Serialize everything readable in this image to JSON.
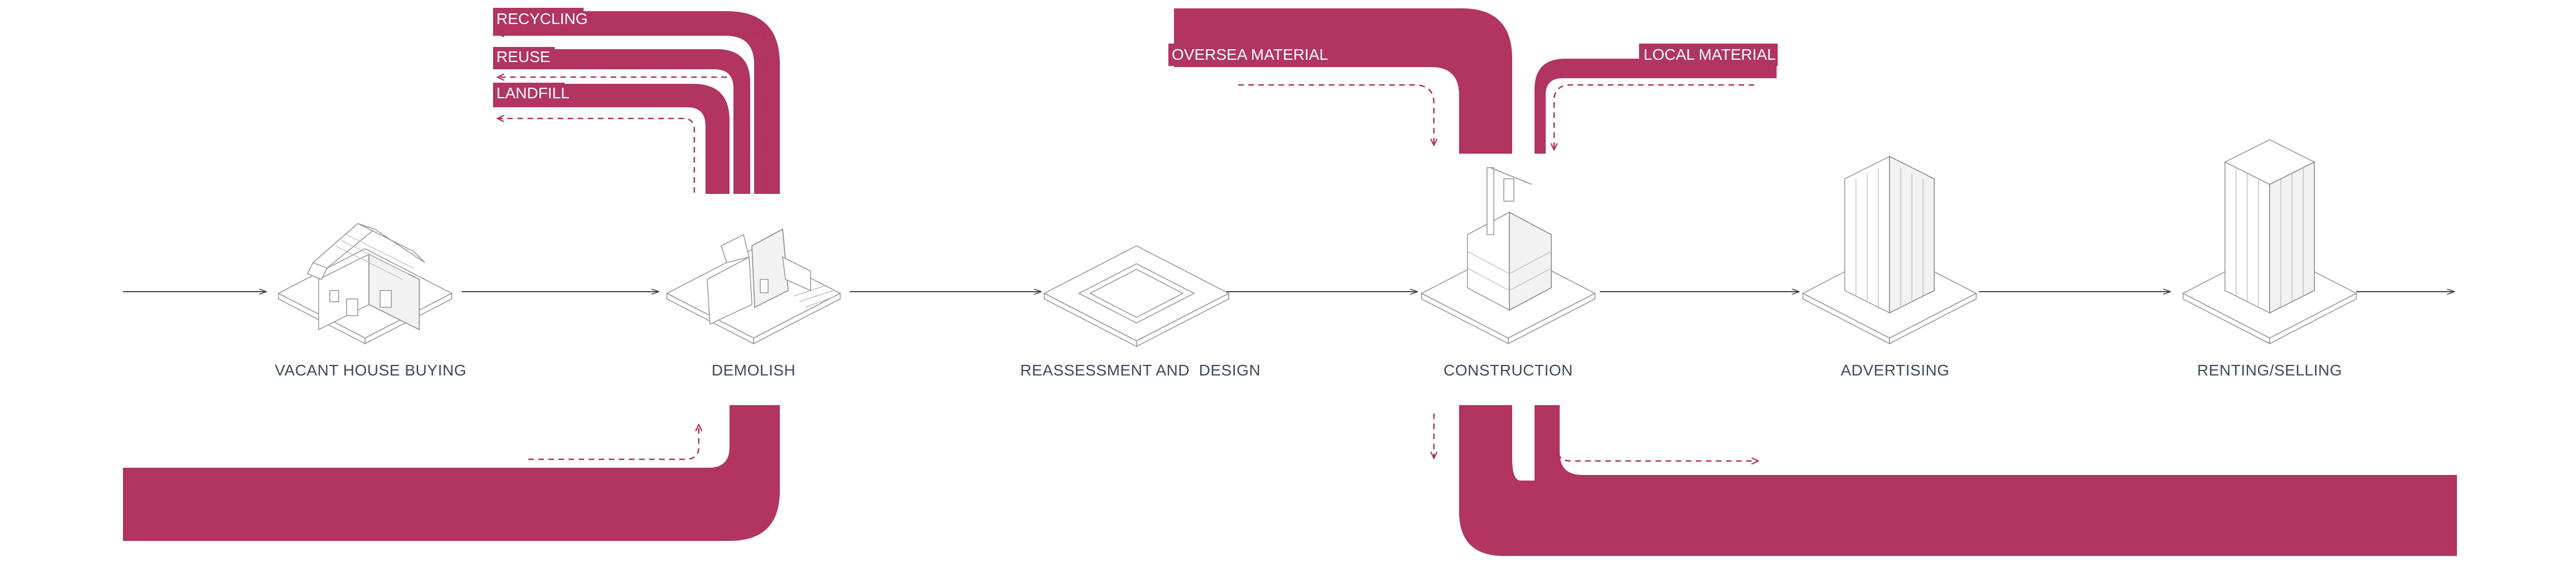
{
  "colors": {
    "band": "#b13461",
    "line": "#444444",
    "label": "#3d4a5c",
    "dashed": "#b0305e"
  },
  "stages": [
    {
      "label": "VACANT HOUSE BUYING",
      "icon": "house-icon"
    },
    {
      "label": "DEMOLISH",
      "icon": "demolished-house-icon"
    },
    {
      "label": "REASSESSMENT AND  DESIGN",
      "icon": "empty-site-icon"
    },
    {
      "label": "CONSTRUCTION",
      "icon": "construction-tower-icon"
    },
    {
      "label": "ADVERTISING",
      "icon": "tower-icon"
    },
    {
      "label": "RENTING/SELLING",
      "icon": "finished-tower-icon"
    }
  ],
  "tags": {
    "recycling": "RECYCLING",
    "reuse": "REUSE",
    "landfill": "LANDFILL",
    "oversea_material": "OVERSEA MATERIAL",
    "local_material": "LOCAL MATERIAL"
  }
}
